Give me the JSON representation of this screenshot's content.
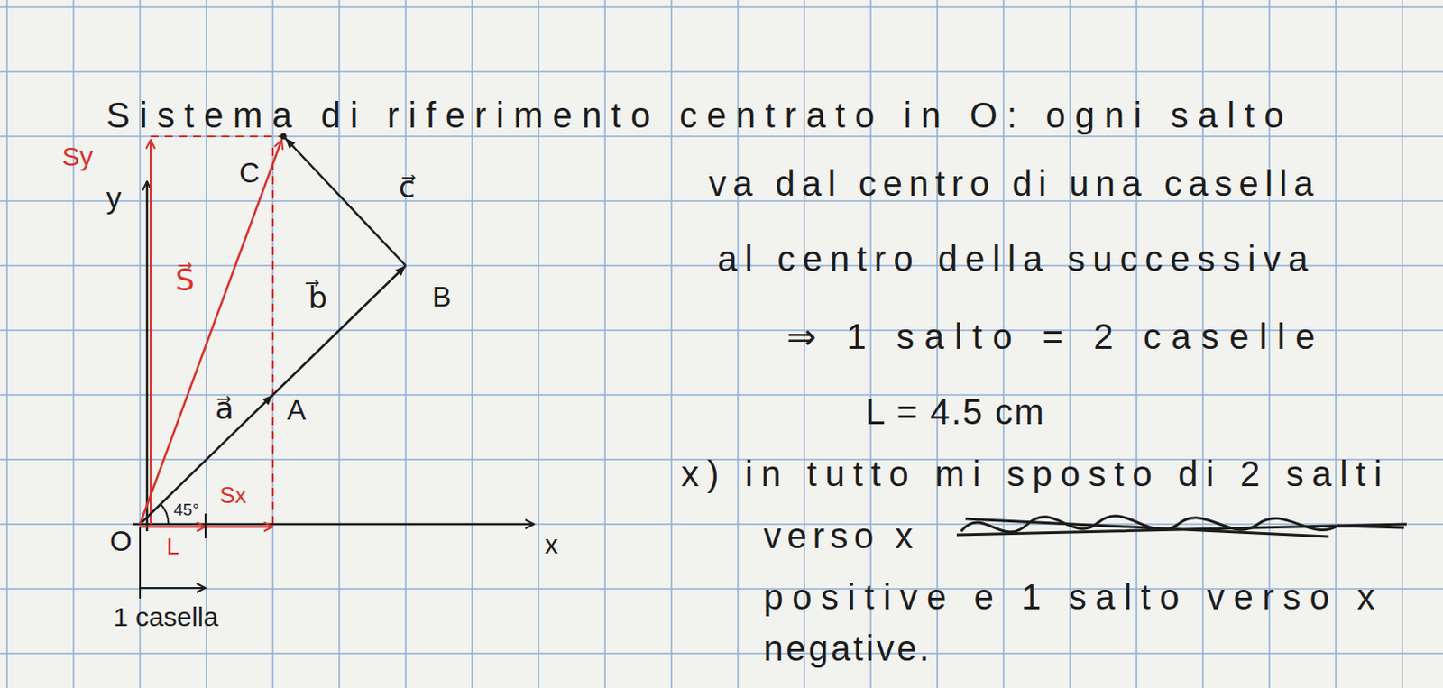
{
  "diagram": {
    "labels": [
      "Sistema di riferimento centrato in O: ogni salto",
      "va dal centro di una casella",
      "al centro della successiva",
      "⇒ 1 salto = 2 caselle",
      "L = 4.5 cm",
      "x) in tutto mi sposto di 2 salti",
      "verso x",
      "positive e 1 salto verso x",
      "negative.",
      "Sy",
      "y",
      "C",
      "c⃗",
      "S⃗",
      "b⃗",
      "B",
      "a⃗",
      "A",
      "45°",
      "Sx",
      "O",
      "L",
      "x",
      "1 casella"
    ]
  }
}
